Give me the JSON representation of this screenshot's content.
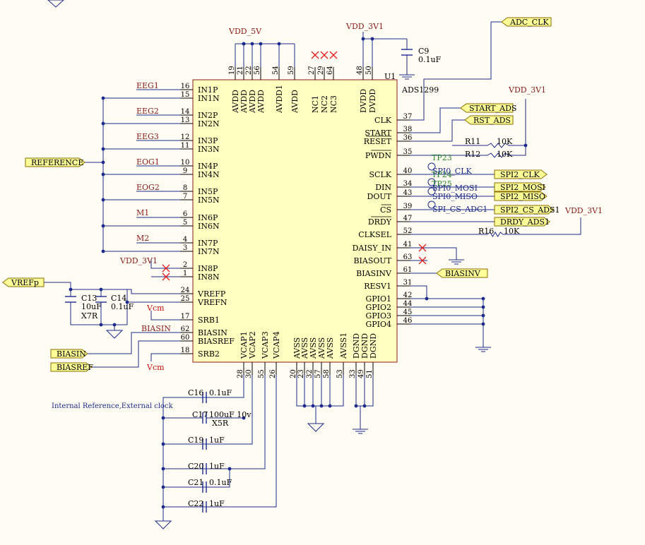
{
  "chip": {
    "ref": "U1",
    "part": "ADS1299",
    "left_pins": [
      {
        "num": "16",
        "name": "IN1P"
      },
      {
        "num": "15",
        "name": "IN1N"
      },
      {
        "num": "14",
        "name": "IN2P"
      },
      {
        "num": "13",
        "name": "IN2N"
      },
      {
        "num": "12",
        "name": "IN3P"
      },
      {
        "num": "11",
        "name": "IN3N"
      },
      {
        "num": "10",
        "name": "IN4P"
      },
      {
        "num": "9",
        "name": "IN4N"
      },
      {
        "num": "8",
        "name": "IN5P"
      },
      {
        "num": "7",
        "name": "IN5N"
      },
      {
        "num": "6",
        "name": "IN6P"
      },
      {
        "num": "5",
        "name": "IN6N"
      },
      {
        "num": "4",
        "name": "IN7P"
      },
      {
        "num": "3",
        "name": "IN7N"
      },
      {
        "num": "2",
        "name": "IN8P"
      },
      {
        "num": "1",
        "name": "IN8N"
      },
      {
        "num": "24",
        "name": "VREFP"
      },
      {
        "num": "25",
        "name": "VREFN"
      },
      {
        "num": "17",
        "name": "SRB1"
      },
      {
        "num": "62",
        "name": "BIASIN"
      },
      {
        "num": "60",
        "name": "BIASREF"
      },
      {
        "num": "18",
        "name": "SRB2"
      }
    ],
    "right_pins": [
      {
        "num": "37",
        "name": "CLK"
      },
      {
        "num": "38",
        "name": "START"
      },
      {
        "num": "36",
        "name": "RESET"
      },
      {
        "num": "35",
        "name": "PWDN"
      },
      {
        "num": "40",
        "name": "SCLK"
      },
      {
        "num": "34",
        "name": "DIN"
      },
      {
        "num": "43",
        "name": "DOUT"
      },
      {
        "num": "39",
        "name": "CS"
      },
      {
        "num": "47",
        "name": "DRDY"
      },
      {
        "num": "52",
        "name": "CLKSEL"
      },
      {
        "num": "41",
        "name": "DAISY_IN"
      },
      {
        "num": "63",
        "name": "BIASOUT"
      },
      {
        "num": "61",
        "name": "BIASINV"
      },
      {
        "num": "31",
        "name": "RESV1"
      },
      {
        "num": "42",
        "name": "GPIO1"
      },
      {
        "num": "44",
        "name": "GPIO2"
      },
      {
        "num": "45",
        "name": "GPIO3"
      },
      {
        "num": "46",
        "name": "GPIO4"
      }
    ],
    "top_pins": [
      {
        "num": "19",
        "name": "AVDD"
      },
      {
        "num": "21",
        "name": "AVDD"
      },
      {
        "num": "22",
        "name": "AVDD"
      },
      {
        "num": "56",
        "name": "AVDD"
      },
      {
        "num": "54",
        "name": "AVDD1"
      },
      {
        "num": "59",
        "name": "AVDD"
      },
      {
        "num": "27",
        "name": "NC1"
      },
      {
        "num": "29",
        "name": "NC2"
      },
      {
        "num": "64",
        "name": "NC3"
      },
      {
        "num": "48",
        "name": "DVDD"
      },
      {
        "num": "50",
        "name": "DVDD"
      }
    ],
    "bottom_pins": [
      {
        "num": "28",
        "name": "VCAP1"
      },
      {
        "num": "30",
        "name": "VCAP2"
      },
      {
        "num": "55",
        "name": "VCAP3"
      },
      {
        "num": "26",
        "name": "VCAP4"
      },
      {
        "num": "20",
        "name": "AVSS"
      },
      {
        "num": "23",
        "name": "AVSS"
      },
      {
        "num": "32",
        "name": "AVSS"
      },
      {
        "num": "57",
        "name": "AVSS"
      },
      {
        "num": "58",
        "name": "AVSS"
      },
      {
        "num": "53",
        "name": "AVSS1"
      },
      {
        "num": "33",
        "name": "DGND"
      },
      {
        "num": "49",
        "name": "DGND"
      },
      {
        "num": "51",
        "name": "DGND"
      }
    ]
  },
  "nets": {
    "eeg1": "EEG1",
    "eeg2": "EEG2",
    "eeg3": "EEG3",
    "eog1": "EOG1",
    "eog2": "EOG2",
    "m1": "M1",
    "m2": "M2",
    "biasin_wire": "BIASIN",
    "vdd5": "VDD_5V",
    "vdd3_top": "VDD_3V1",
    "vdd3_in8": "VDD_3V1",
    "vdd3_r": "VDD_3V1",
    "vdd3_clksel": "VDD_3V1",
    "vcm1": "Vcm",
    "vcm2": "Vcm"
  },
  "ports": {
    "reference": "REFERENCE",
    "vrefp": "VREFp",
    "biasin": "BIASIN",
    "biasref": "BIASREF",
    "adc_clk": "ADC_CLK",
    "start_ads": "START_ADS",
    "rst_ads": "RST_ADS",
    "spi2_clk": "SPI2_CLK",
    "spi2_mosi": "SPI2_MOSI",
    "spi2_miso": "SPI2_MISO",
    "spi2_cs": "SPI2_CS_ADS1",
    "drdy": "DRDY_ADS1",
    "biasinv": "BIASINV"
  },
  "testpoints": {
    "tp23": "TP23",
    "tp24": "TP24",
    "tp25": "TP25",
    "net_clk": "SPI0_CLK",
    "net_mosi": "SPI0_MOSI",
    "net_miso": "SPI0_MISO",
    "net_cs": "SPI_CS_ADC1"
  },
  "components": {
    "c9": {
      "ref": "C9",
      "value": "0.1uF"
    },
    "c13": {
      "ref": "C13",
      "value": "10uF",
      "extra": "X7R"
    },
    "c14": {
      "ref": "C14",
      "value": "0.1uF"
    },
    "c16": {
      "ref": "C16",
      "value": "0.1uF"
    },
    "c17": {
      "ref": "C17",
      "value": "100uF 10v",
      "extra": "X5R"
    },
    "c19": {
      "ref": "C19",
      "value": "1uF"
    },
    "c20": {
      "ref": "C20",
      "value": "1uF"
    },
    "c21": {
      "ref": "C21",
      "value": "0.1uF"
    },
    "c22": {
      "ref": "C22",
      "value": "1uF"
    },
    "r11": {
      "ref": "R11",
      "value": "10K"
    },
    "r12": {
      "ref": "R12",
      "value": "10K"
    },
    "r16": {
      "ref": "R16",
      "value": "10K"
    }
  },
  "note": "Internal Reference,External clock",
  "colors": {
    "wire": "#1b2a8c",
    "body_fill": "#ffffc0",
    "body_stroke": "#8b1a1a",
    "netlabel": "#8b1a1a",
    "port_fill": "#ffff99",
    "port_stroke": "#8a6d00",
    "testpoint": "#2a8a2a",
    "nc_cross": "#e02020",
    "text": "#000000",
    "bg": "#fffdf3"
  }
}
